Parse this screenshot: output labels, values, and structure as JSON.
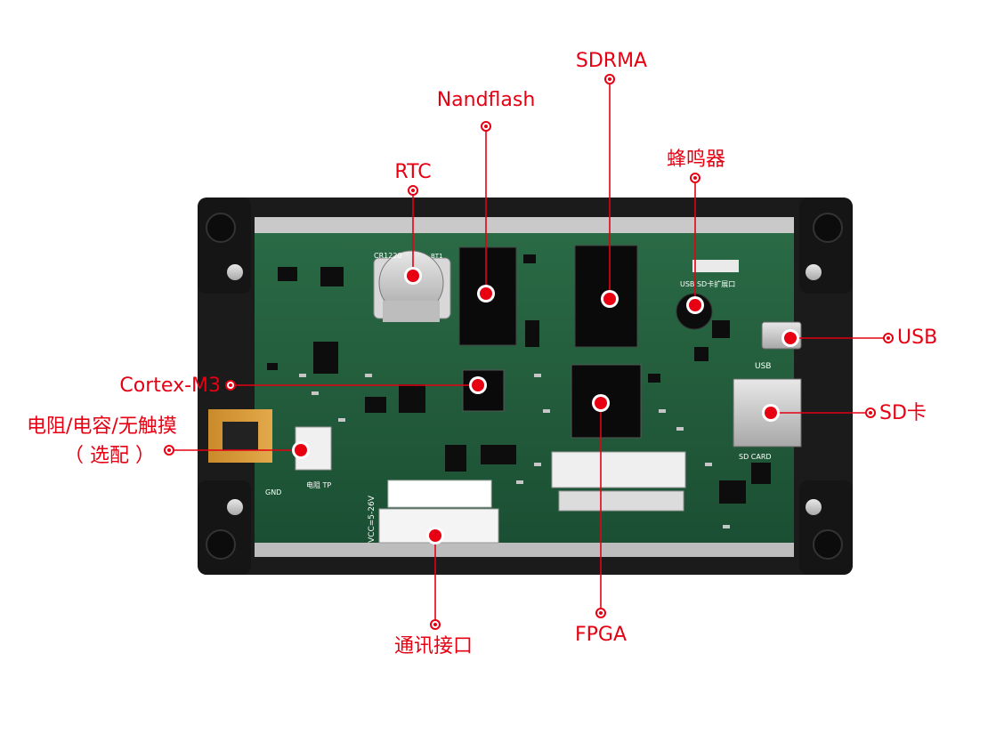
{
  "labels": {
    "rtc": "RTC",
    "nandflash": "Nandflash",
    "sdrma": "SDRMA",
    "buzzer": "蜂鸣器",
    "usb": "USB",
    "sd_card": "SD卡",
    "cortex_m3": "Cortex-M3",
    "resistive_touch_line1": "电阻/电容/无触摸",
    "resistive_touch_line2": "（ 选配 ）",
    "comm_interface": "通讯接口",
    "fpga": "FPGA"
  },
  "board_silkscreen": {
    "battery": "CR1220",
    "battery_ref": "BT1",
    "usb_sd_header": "USB SD卡扩展口",
    "usb": "USB",
    "sd_card": "SD CARD",
    "power_input": "VCC=5-26V",
    "touch_connector": "电阻 TP",
    "gnd": "GND"
  },
  "colors": {
    "label_red": "#e60012",
    "pcb_green": "#1f5a3a",
    "frame_black": "#1b1b1b"
  }
}
